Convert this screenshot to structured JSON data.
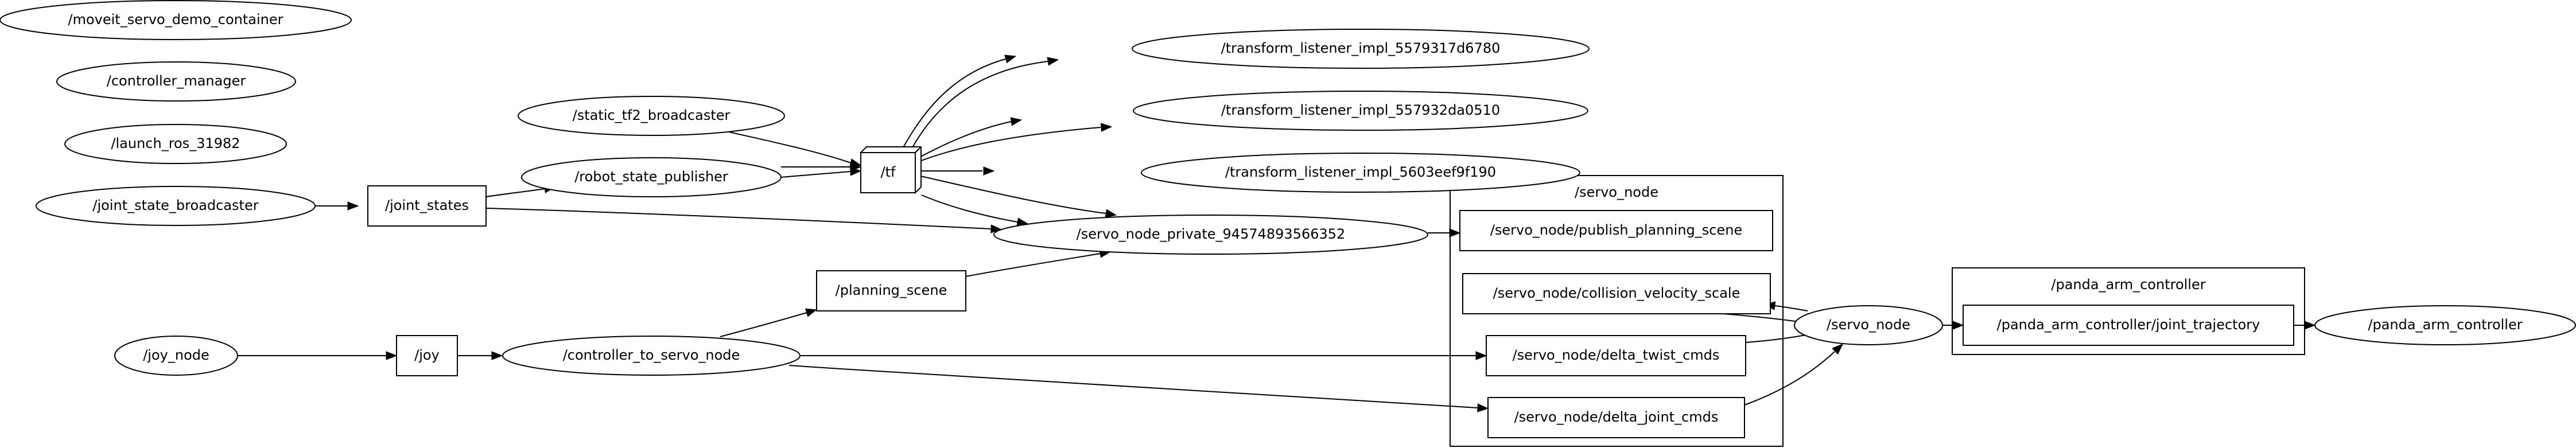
{
  "graph": {
    "clusters": [
      {
        "id": "servo_node_cluster",
        "label": "/servo_node"
      },
      {
        "id": "panda_arm_controller_cluster",
        "label": "/panda_arm_controller"
      }
    ],
    "nodes": [
      {
        "id": "moveit_servo_demo_container",
        "label": "/moveit_servo_demo_container",
        "kind": "node"
      },
      {
        "id": "controller_manager",
        "label": "/controller_manager",
        "kind": "node"
      },
      {
        "id": "launch_ros_31982",
        "label": "/launch_ros_31982",
        "kind": "node"
      },
      {
        "id": "joint_state_broadcaster",
        "label": "/joint_state_broadcaster",
        "kind": "node"
      },
      {
        "id": "joint_states",
        "label": "/joint_states",
        "kind": "topic"
      },
      {
        "id": "static_tf2_broadcaster",
        "label": "/static_tf2_broadcaster",
        "kind": "node"
      },
      {
        "id": "robot_state_publisher",
        "label": "/robot_state_publisher",
        "kind": "node"
      },
      {
        "id": "tf",
        "label": "/tf",
        "kind": "topic-stack"
      },
      {
        "id": "tl_1",
        "label": "/transform_listener_impl_5579317d6780",
        "kind": "node"
      },
      {
        "id": "tl_2",
        "label": "/transform_listener_impl_557932da0510",
        "kind": "node"
      },
      {
        "id": "tl_3",
        "label": "/transform_listener_impl_5603eef9f190",
        "kind": "node"
      },
      {
        "id": "servo_private",
        "label": "/servo_node_private_94574893566352",
        "kind": "node"
      },
      {
        "id": "planning_scene",
        "label": "/planning_scene",
        "kind": "topic"
      },
      {
        "id": "joy_node",
        "label": "/joy_node",
        "kind": "node"
      },
      {
        "id": "joy",
        "label": "/joy",
        "kind": "topic"
      },
      {
        "id": "controller_to_servo_node",
        "label": "/controller_to_servo_node",
        "kind": "node"
      },
      {
        "id": "publish_planning_scene",
        "label": "/servo_node/publish_planning_scene",
        "kind": "topic"
      },
      {
        "id": "collision_velocity_scale",
        "label": "/servo_node/collision_velocity_scale",
        "kind": "topic"
      },
      {
        "id": "delta_twist_cmds",
        "label": "/servo_node/delta_twist_cmds",
        "kind": "topic"
      },
      {
        "id": "delta_joint_cmds",
        "label": "/servo_node/delta_joint_cmds",
        "kind": "topic"
      },
      {
        "id": "servo_node",
        "label": "/servo_node",
        "kind": "node"
      },
      {
        "id": "joint_trajectory",
        "label": "/panda_arm_controller/joint_trajectory",
        "kind": "topic"
      },
      {
        "id": "panda_arm_controller",
        "label": "/panda_arm_controller",
        "kind": "node"
      }
    ],
    "edges": [
      {
        "from": "joint_state_broadcaster",
        "to": "joint_states"
      },
      {
        "from": "joint_states",
        "to": "robot_state_publisher"
      },
      {
        "from": "joint_states",
        "to": "servo_private"
      },
      {
        "from": "static_tf2_broadcaster",
        "to": "tf"
      },
      {
        "from": "robot_state_publisher",
        "to": "tf"
      },
      {
        "from": "robot_state_publisher",
        "to": "tf"
      },
      {
        "from": "tf",
        "to": "tl_1"
      },
      {
        "from": "tf",
        "to": "tl_1"
      },
      {
        "from": "tf",
        "to": "tl_2"
      },
      {
        "from": "tf",
        "to": "tl_2"
      },
      {
        "from": "tf",
        "to": "tl_3"
      },
      {
        "from": "tf",
        "to": "servo_private"
      },
      {
        "from": "tf",
        "to": "servo_private"
      },
      {
        "from": "servo_private",
        "to": "publish_planning_scene"
      },
      {
        "from": "controller_to_servo_node",
        "to": "planning_scene"
      },
      {
        "from": "planning_scene",
        "to": "servo_private"
      },
      {
        "from": "joy_node",
        "to": "joy"
      },
      {
        "from": "joy",
        "to": "controller_to_servo_node"
      },
      {
        "from": "controller_to_servo_node",
        "to": "delta_twist_cmds"
      },
      {
        "from": "controller_to_servo_node",
        "to": "delta_joint_cmds"
      },
      {
        "from": "collision_velocity_scale",
        "to": "servo_node"
      },
      {
        "from": "servo_node",
        "to": "collision_velocity_scale"
      },
      {
        "from": "delta_twist_cmds",
        "to": "servo_node"
      },
      {
        "from": "delta_joint_cmds",
        "to": "servo_node"
      },
      {
        "from": "servo_node",
        "to": "joint_trajectory"
      },
      {
        "from": "joint_trajectory",
        "to": "panda_arm_controller"
      }
    ]
  }
}
